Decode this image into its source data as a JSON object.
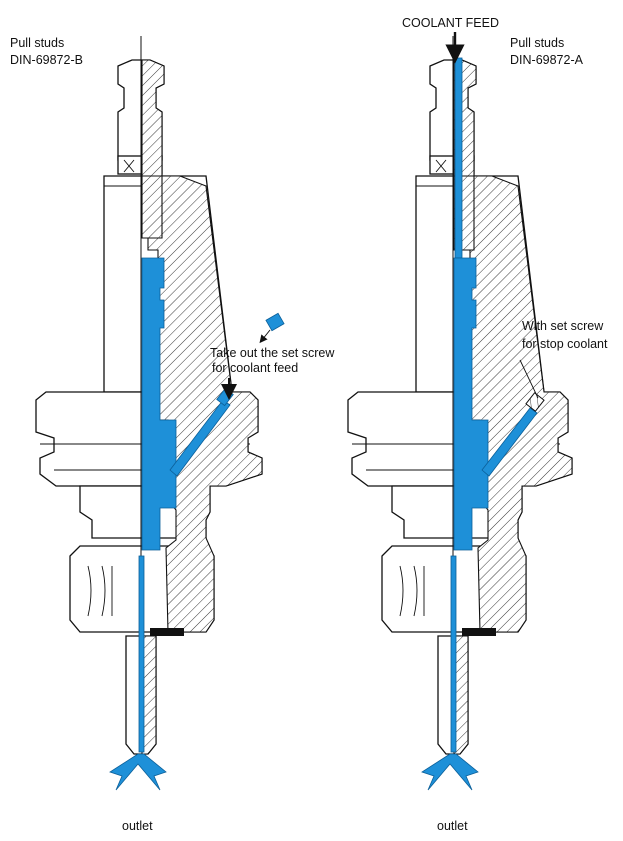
{
  "colors": {
    "coolant": "#1e90d8",
    "line": "#111111",
    "background": "#ffffff"
  },
  "left_holder": {
    "pull_stud_title": "Pull studs",
    "pull_stud_standard": "DIN-69872-B",
    "callout_line1": "Take out the set screw",
    "callout_line2": "for coolant feed",
    "outlet_label": "outlet"
  },
  "right_holder": {
    "feed_label": "COOLANT FEED",
    "pull_stud_title": "Pull studs",
    "pull_stud_standard": "DIN-69872-A",
    "callout_line1": "With set screw",
    "callout_line2": "for stop coolant",
    "outlet_label": "outlet"
  }
}
